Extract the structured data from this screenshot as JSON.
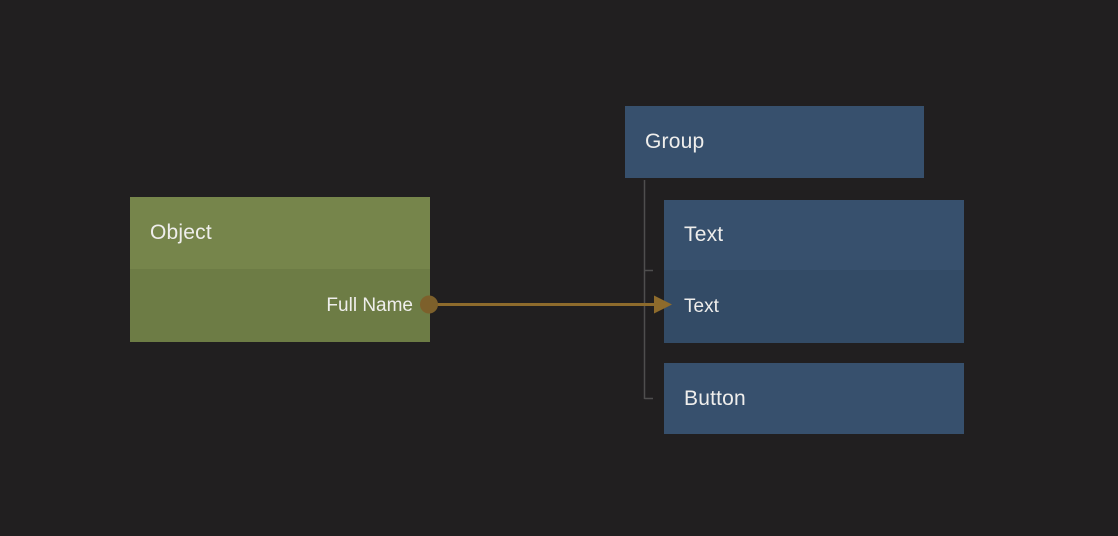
{
  "canvas": {
    "background_color": "#211f20"
  },
  "colors": {
    "node_blue": "#37506d",
    "node_blue_row": "#334b66",
    "node_green_header": "#76854b",
    "node_green_row": "#6d7c45",
    "connection": "#8e6b2c",
    "port": "#7d602b",
    "tree_line": "#4f4e4e",
    "text": "#efeeec"
  },
  "nodes": {
    "object": {
      "title": "Object",
      "output_port_label": "Full Name"
    },
    "group": {
      "title": "Group"
    },
    "text": {
      "title": "Text",
      "bound_property_label": "Text"
    },
    "button": {
      "title": "Button"
    }
  }
}
